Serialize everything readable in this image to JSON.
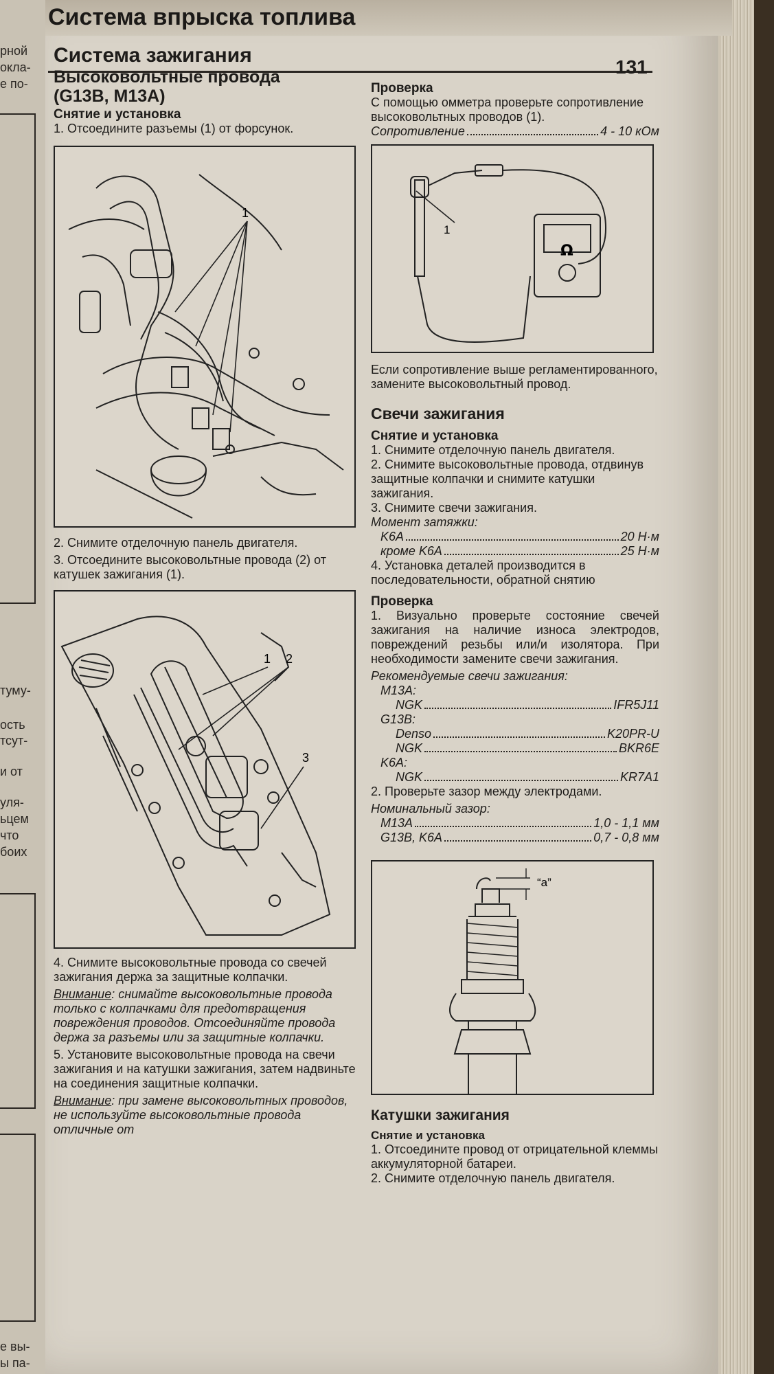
{
  "running_title": "Система впрыска топлива",
  "page_number": "131",
  "left_page": {
    "fragments": [
      "рной",
      "окла-",
      "е по-",
      "туму-",
      "ость",
      "тсут-",
      "и от",
      "уля-",
      "ьцем",
      "что",
      "боих",
      "е вы-",
      "ы па-"
    ]
  },
  "left_column": {
    "section_title": "Система зажигания",
    "subsection_title": "Высоковольтные провода (G13B, M13A)",
    "removal_heading": "Снятие и установка",
    "step1": "1. Отсоедините разъемы (1) от форсунок.",
    "fig1_callout": "1",
    "step2": "2. Снимите отделочную панель двигателя.",
    "step3": "3. Отсоедините высоковольтные провода (2) от катушек зажигания (1).",
    "fig2_callouts": [
      "1",
      "2",
      "3"
    ],
    "step4": "4. Снимите высоковольтные провода со свечей зажигания держа за защитные колпачки.",
    "warning1_label": "Внимание",
    "warning1_text": ": снимайте высоковольтные провода только с колпачками для предотвращения повреждения проводов. Отсоединяйте провода держа за разъемы или за защитные колпачки.",
    "step5": "5. Установите высоковольтные провода на свечи зажигания и на катушки зажигания, затем надвиньте на соединения защитные колпачки.",
    "warning2_label": "Внимание",
    "warning2_text": ": при замене высоковольтных проводов, не используйте высоковольтные провода отличные от"
  },
  "right_column": {
    "check_heading": "Проверка",
    "check_text": "С помощью омметра проверьте сопротивление высоковольтных проводов (1).",
    "resistance_label": "Сопротивление",
    "resistance_value": "4 - 10 кОм",
    "fig3_callout": "1",
    "fig3_meter_symbol": "Ω",
    "resistance_note": "Если сопротивление выше регламентированного, замените высоковольтный провод.",
    "plugs_title": "Свечи зажигания",
    "plugs_removal_heading": "Снятие и установка",
    "plugs_step1": "1. Снимите отделочную панель двигателя.",
    "plugs_step2": "2. Снимите высоковольтные провода, отдвинув защитные колпачки и снимите катушки зажигания.",
    "plugs_step3": "3. Снимите свечи зажигания.",
    "torque_label": "Момент затяжки:",
    "torque_rows": [
      {
        "key": "K6A",
        "value": "20 Н·м"
      },
      {
        "key": "кроме K6A",
        "value": "25 Н·м"
      }
    ],
    "plugs_step4": "4. Установка деталей производится в последовательности, обратной снятию",
    "plugs_check_heading": "Проверка",
    "plugs_check1": "1. Визуально проверьте состояние свечей зажигания на наличие износа электродов, повреждений резьбы или/и изолятора. При необходимости замените свечи зажигания.",
    "recommended_label": "Рекомендуемые свечи зажигания:",
    "recommended": {
      "m13a": "M13A:",
      "m13a_ngk_key": "NGK",
      "m13a_ngk_val": "IFR5J11",
      "g13b": "G13B:",
      "g13b_denso_key": "Denso",
      "g13b_denso_val": "K20PR-U",
      "g13b_ngk_key": "NGK",
      "g13b_ngk_val": "BKR6E",
      "k6a": "K6A:",
      "k6a_ngk_key": "NGK",
      "k6a_ngk_val": "KR7A1"
    },
    "plugs_check2": "2. Проверьте зазор между электродами.",
    "gap_label": "Номинальный зазор:",
    "gap_rows": [
      {
        "key": "M13A",
        "value": "1,0 - 1,1 мм"
      },
      {
        "key": "G13B, K6A",
        "value": "0,7 - 0,8 мм"
      }
    ],
    "fig4_callout": "“a”",
    "coils_title": "Катушки зажигания",
    "coils_removal_heading": "Снятие и установка",
    "coils_step1": "1. Отсоедините провод от отрицательной клеммы аккумуляторной батареи.",
    "coils_step2": "2. Снимите отделочную панель двигателя."
  }
}
